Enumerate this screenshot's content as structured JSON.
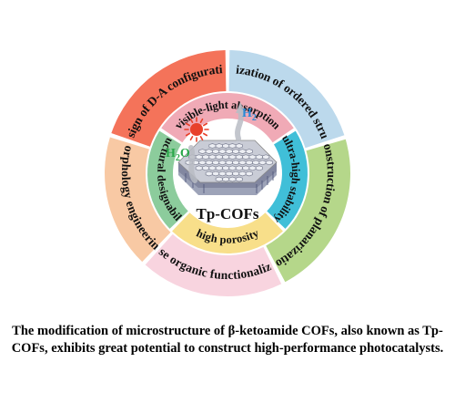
{
  "figure": {
    "outer_ring": [
      {
        "label": "design of D-A configuration",
        "color": "#f4735a"
      },
      {
        "label": "optimization of ordered structure",
        "color": "#bcd9ec"
      },
      {
        "label": "construction of planarization",
        "color": "#b5d78a"
      },
      {
        "label": "precise organic functionalization",
        "color": "#f8d4df"
      },
      {
        "label": "morphology engineering",
        "color": "#f8c9a4"
      }
    ],
    "inner_ring": [
      {
        "label": "visible-light absorption",
        "color": "#f0aab6"
      },
      {
        "label": "ultra-high stability",
        "color": "#40bfd8"
      },
      {
        "label": "high porosity",
        "color": "#f8df8a"
      },
      {
        "label": "structural designability",
        "color": "#8ccc9c"
      }
    ],
    "center": {
      "title": "Tp-COFs",
      "h2o_main": "H",
      "h2o_sub": "2",
      "h2o_tail": "O",
      "h2_main": "H",
      "h2_sub": "2"
    },
    "colors": {
      "ring_gap": "#ffffff",
      "h2o_text": "#2aa84a",
      "h2_text": "#2a8ad6",
      "sun": "#e8412b"
    }
  },
  "caption": "The modification of microstructure of β-ketoamide COFs, also known as Tp-COFs, exhibits great potential to construct high-performance photocatalysts."
}
